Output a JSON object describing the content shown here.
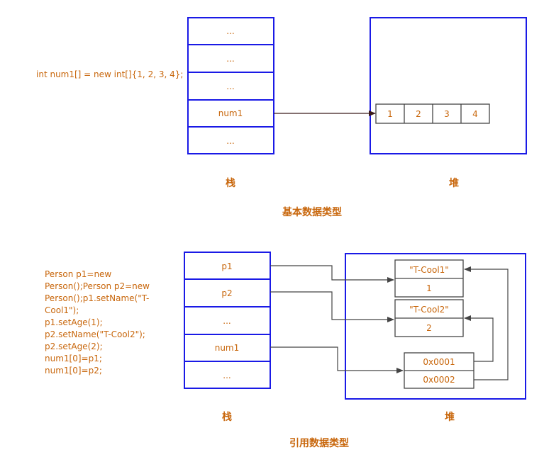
{
  "top": {
    "code": "int num1[] = new int[]{1, 2, 3, 4};",
    "stack_cells": [
      "...",
      "...",
      "...",
      "num1",
      "..."
    ],
    "array_values": [
      "1",
      "2",
      "3",
      "4"
    ],
    "stack_label": "栈",
    "heap_label": "堆",
    "caption": "基本数据类型"
  },
  "bottom": {
    "code_lines": [
      "Person p1=new",
      "Person();Person p2=new",
      "Person();p1.setName(\"T-",
      "Cool1\");",
      "p1.setAge(1);",
      "p2.setName(\"T-Cool2\");",
      "p2.setAge(2);",
      "num1[0]=p1;",
      "num1[0]=p2;"
    ],
    "stack_cells": [
      "p1",
      "p2",
      "...",
      "num1",
      "..."
    ],
    "person1": {
      "name": "\"T-Cool1\"",
      "age": "1"
    },
    "person2": {
      "name": "\"T-Cool2\"",
      "age": "2"
    },
    "ref_array": [
      "0x0001",
      "0x0002"
    ],
    "stack_label": "栈",
    "heap_label": "堆",
    "caption": "引用数据类型"
  },
  "colors": {
    "text": "#c8660b",
    "box_border": "#1a1ae6",
    "cell_border": "#444444"
  }
}
